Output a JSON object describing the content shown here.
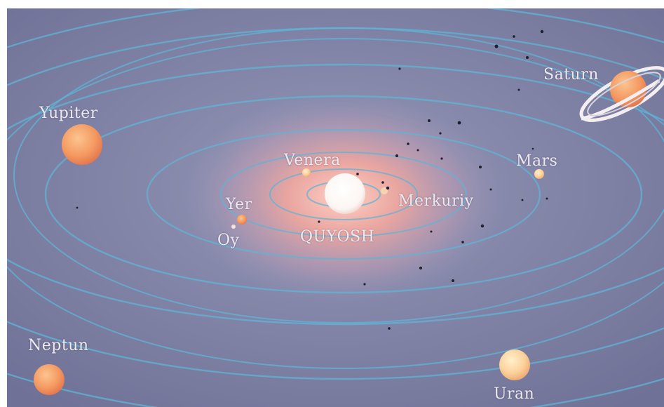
{
  "diagram": {
    "colors": {
      "background": "#7e80a3",
      "orbit": "#5fb4d6",
      "sun": "#ffffff",
      "glow": "#f3a79e",
      "planet_warm": "#f49a62",
      "planet_light": "#fbd9a3"
    },
    "bodies": [
      {
        "id": "sun",
        "label": "QUYOSH"
      },
      {
        "id": "merkuriy",
        "label": "Merkuriy"
      },
      {
        "id": "venera",
        "label": "Venera"
      },
      {
        "id": "yer",
        "label": "Yer"
      },
      {
        "id": "oy",
        "label": "Oy"
      },
      {
        "id": "mars",
        "label": "Mars"
      },
      {
        "id": "yupiter",
        "label": "Yupiter"
      },
      {
        "id": "saturn",
        "label": "Saturn"
      },
      {
        "id": "uran",
        "label": "Uran"
      },
      {
        "id": "neptun",
        "label": "Neptun"
      }
    ]
  }
}
